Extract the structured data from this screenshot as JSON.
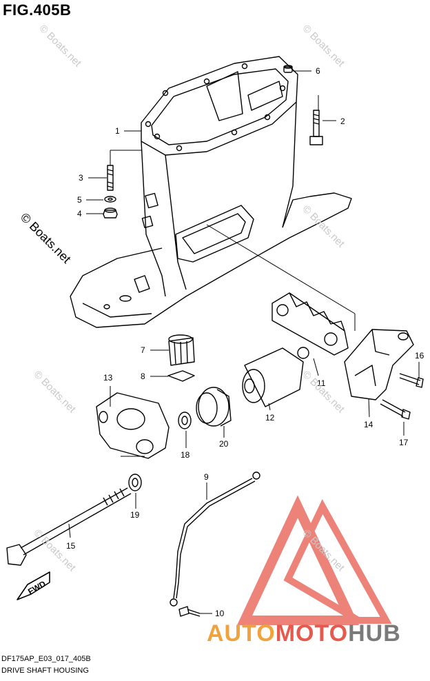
{
  "figure": {
    "title": "FIG.405B",
    "code": "DF175AP_E03_017_405B",
    "name": "DRIVE SHAFT HOUSING"
  },
  "watermark": {
    "text": "© Boats.net",
    "brand_auto": "AUTO",
    "brand_moto": "MOTO",
    "brand_hub": "HUB"
  },
  "fwd_label": "FWD",
  "callouts": [
    "1",
    "2",
    "3",
    "4",
    "5",
    "6",
    "7",
    "8",
    "9",
    "10",
    "11",
    "12",
    "13",
    "14",
    "15",
    "16",
    "17",
    "18",
    "19",
    "20"
  ],
  "colors": {
    "line": "#000000",
    "logo_triangle": "#e8594d",
    "brand_orange": "#f2a23c",
    "brand_grey": "#7a7a7a"
  }
}
